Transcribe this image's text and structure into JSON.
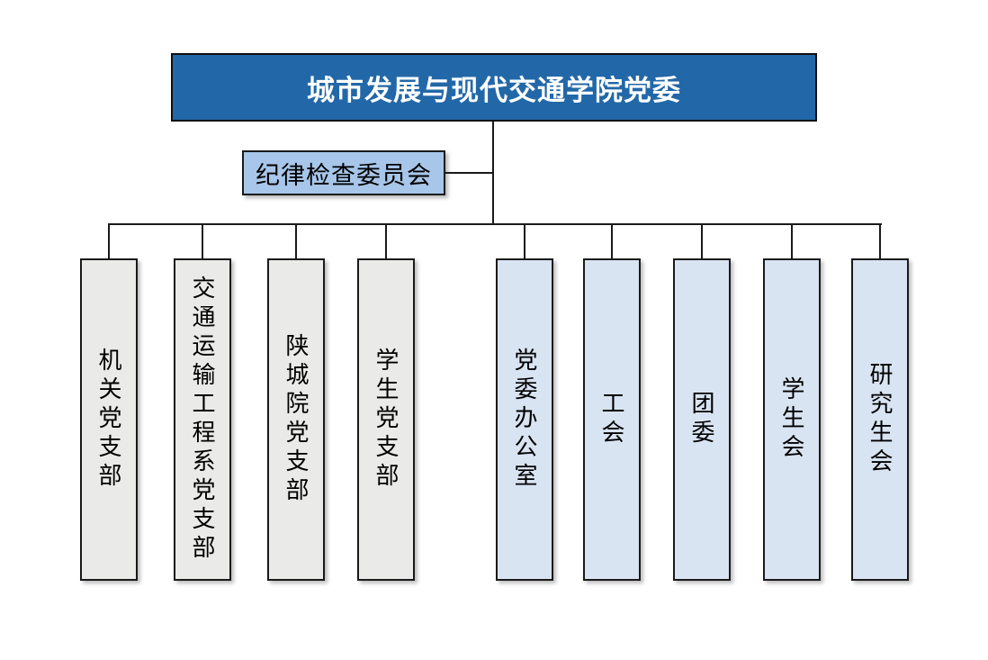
{
  "org": {
    "root": {
      "label": "城市发展与现代交通学院党委"
    },
    "discipline_committee": {
      "label": "纪律检查委员会"
    },
    "branches": [
      {
        "label": "机关党支部",
        "group": "party-branch"
      },
      {
        "label": "交通运输工程系党支部",
        "group": "party-branch"
      },
      {
        "label": "陕城院党支部",
        "group": "party-branch"
      },
      {
        "label": "学生党支部",
        "group": "party-branch"
      },
      {
        "label": "党委办公室",
        "group": "office"
      },
      {
        "label": "工会",
        "group": "office"
      },
      {
        "label": "团委",
        "group": "office"
      },
      {
        "label": "学生会",
        "group": "office"
      },
      {
        "label": "研究生会",
        "group": "office"
      }
    ],
    "colors": {
      "root_fill": "#2268A8",
      "root_text": "#FFFFFF",
      "discipline_fill": "#A7C6E9",
      "branch_gray_fill": "#EAEAE8",
      "branch_blue_fill": "#D9E4F2",
      "border": "#1A1A1A",
      "connector": "#1A1A1A"
    }
  }
}
